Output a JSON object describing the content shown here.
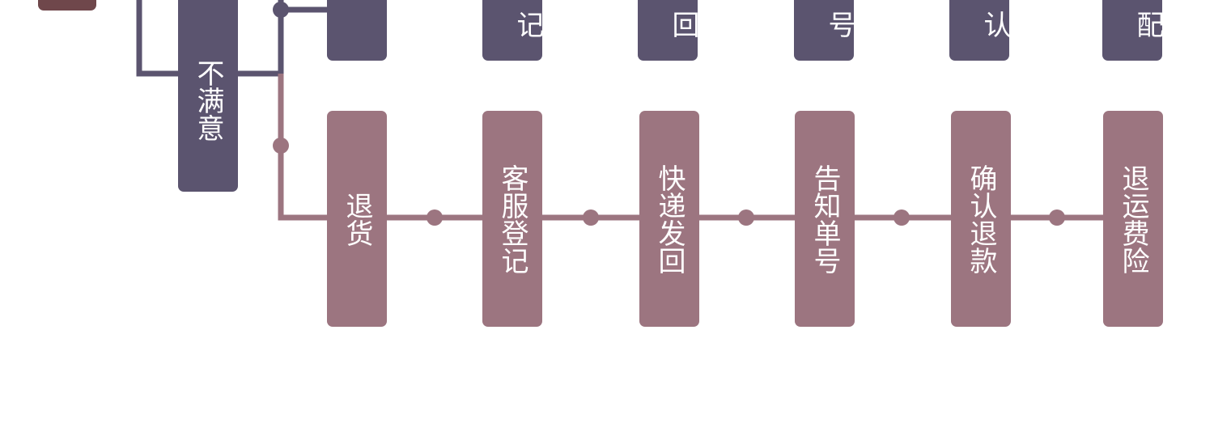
{
  "colors": {
    "dark_box": "#5b546f",
    "pink_box": "#9c7580",
    "brown_box": "#6f474b",
    "dark_line": "#5b546f",
    "pink_line": "#9c7580"
  },
  "unsatisfied": {
    "label": "不满意"
  },
  "top_row": {
    "items": [
      "",
      "记",
      "回",
      "号",
      "认",
      "配"
    ]
  },
  "bottom_row": {
    "items": [
      "退货",
      "客服登记",
      "快递发回",
      "告知单号",
      "确认退款",
      "退运费险"
    ]
  }
}
